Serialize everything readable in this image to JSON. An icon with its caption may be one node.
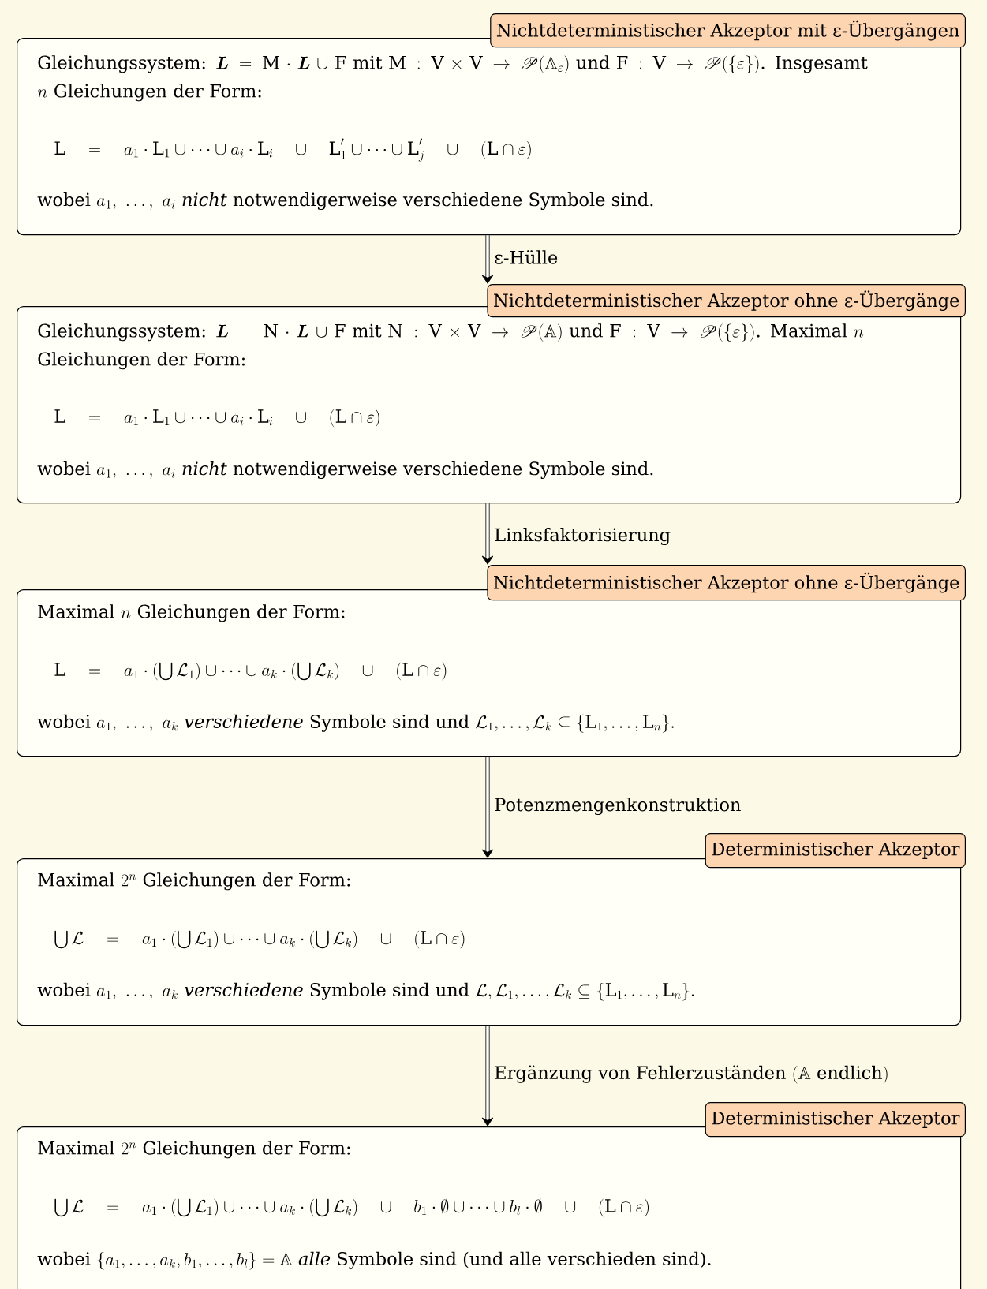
{
  "diagram": {
    "nodes": [
      {
        "text": [
          "Nichtdeterministischer Akzeptor mit ε-Übergängen",
          "\\text{Gleichungssystem: }\\boldsymbol{L}=\\mathrm{M}\\cdot\\boldsymbol{L}\\cup\\mathrm{F}\\text{ mit }\\mathrm{M}:\\mathrm{V}\\times\\mathrm{V}\\to\\mathscr{P}(\\mathbb{A}_\\varepsilon)\\text{ und }\\mathrm{F}:\\mathrm{V}\\to\\mathscr{P}(\\{\\varepsilon\\})\\text{. Insgesamt}\\allowbreak\\ n\\text{ Gleichungen der Form:}",
          "\\mathrm{L}\\quad=\\quad a_1\\cdot\\mathrm{L}_1\\cup\\cdots\\cup a_i\\cdot\\mathrm{L}_i\\quad\\cup\\quad\\mathrm{L}'_1\\cup\\cdots\\cup\\mathrm{L}'_j\\quad\\cup\\quad(\\mathrm{L}\\cap\\varepsilon)",
          "\\text{wobei }a_1,\\ \\dots,\\ a_i\\ \\textit{nicht}\\text{ notwendigerweise verschiedene Symbole sind.}"
        ]
      },
      {
        "text": [
          "Nichtdeterministischer Akzeptor ohne ε-Übergänge",
          "\\text{Gleichungssystem: }\\boldsymbol{L}=\\mathrm{N}\\cdot\\boldsymbol{L}\\cup\\mathrm{F}\\text{ mit }\\mathrm{N}:\\mathrm{V}\\times\\mathrm{V}\\to\\mathscr{P}(\\mathbb{A})\\text{ und }\\mathrm{F}:\\mathrm{V}\\to\\mathscr{P}(\\{\\varepsilon\\})\\text{. Maximal }n\\allowbreak\\ \\text{Gleichungen der Form:}",
          "\\mathrm{L}\\quad=\\quad a_1\\cdot\\mathrm{L}_1\\cup\\cdots\\cup a_i\\cdot\\mathrm{L}_i\\quad\\cup\\quad(\\mathrm{L}\\cap\\varepsilon)",
          "\\text{wobei }a_1,\\ \\dots,\\ a_i\\ \\textit{nicht}\\text{ notwendigerweise verschiedene Symbole sind.}"
        ]
      },
      {
        "text": [
          "Nichtdeterministischer Akzeptor ohne ε-Übergänge",
          "\\text{Maximal }n\\text{ Gleichungen der Form:}",
          "\\mathrm{L}\\quad=\\quad a_1\\cdot(\\bigcup\\mathcal{L}_1)\\cup\\cdots\\cup a_k\\cdot(\\bigcup\\mathcal{L}_k)\\quad\\cup\\quad(\\mathrm{L}\\cap\\varepsilon)",
          "\\text{wobei }a_1,\\ \\dots,\\ a_k\\ \\textit{verschiedene}\\text{ Symbole sind und }\\mathcal{L}_1,\\dots,\\mathcal{L}_k\\subseteq\\{\\mathrm{L}_1,\\dots,\\mathrm{L}_n\\}."
        ]
      },
      {
        "text": [
          "Deterministischer Akzeptor",
          "\\text{Maximal }2^n\\text{ Gleichungen der Form:}",
          "\\bigcup\\mathcal{L}\\quad=\\quad a_1\\cdot(\\bigcup\\mathcal{L}_1)\\cup\\cdots\\cup a_k\\cdot(\\bigcup\\mathcal{L}_k)\\quad\\cup\\quad(\\mathrm{L}\\cap\\varepsilon)",
          "\\text{wobei }a_1,\\ \\dots,\\ a_k\\ \\textit{verschiedene}\\text{ Symbole sind und }\\mathcal{L},\\mathcal{L}_1,\\dots,\\mathcal{L}_k\\subseteq\\{\\mathrm{L}_1,\\dots,\\mathrm{L}_n\\}."
        ]
      },
      {
        "text": [
          "Deterministischer Akzeptor",
          "\\text{Maximal }2^n\\text{ Gleichungen der Form:}",
          "\\bigcup\\mathcal{L}\\quad=\\quad a_1\\cdot(\\bigcup\\mathcal{L}_1)\\cup\\cdots\\cup a_k\\cdot(\\bigcup\\mathcal{L}_k)\\quad\\cup\\quad b_1\\cdot\\emptyset\\cup\\cdots\\cup b_l\\cdot\\emptyset\\quad\\cup\\quad(\\mathrm{L}\\cap\\varepsilon)",
          "\\text{wobei }\\{a_1,\\dots,a_k,b_1,\\dots,b_l\\}=\\mathbb{A}\\ \\textit{alle}\\text{ Symbole sind (und alle verschieden sind).}"
        ]
      }
    ],
    "edges": [
      {
        "from": 0,
        "to": 1,
        "arrow": "to",
        "label": "ε-Hülle"
      },
      {
        "from": 1,
        "to": 2,
        "arrow": "to",
        "label": "Linksfaktorisierung"
      },
      {
        "from": 2,
        "to": 3,
        "arrow": "to",
        "label": "Potenzmengenkonstruktion"
      },
      {
        "from": 3,
        "to": 4,
        "arrow": "to",
        "label": "\\text{Ergänzung von Fehlerzuständen }(\\mathbb{A}\\text{ endlich})"
      }
    ]
  }
}
